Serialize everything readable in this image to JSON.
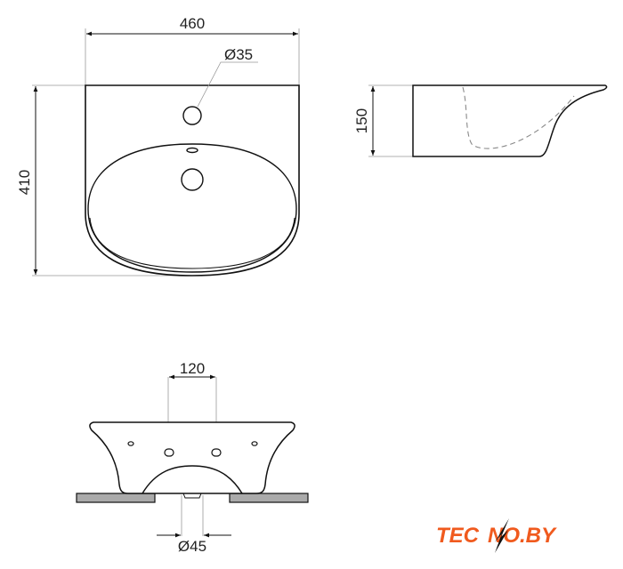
{
  "dimensions": {
    "width": "460",
    "depth": "410",
    "tap_hole": "Ø35",
    "height": "150",
    "mount_spacing": "120",
    "drain": "Ø45"
  },
  "logo": {
    "text_left": "TEC",
    "text_right": "NO.BY",
    "color": "#f05a1e"
  }
}
